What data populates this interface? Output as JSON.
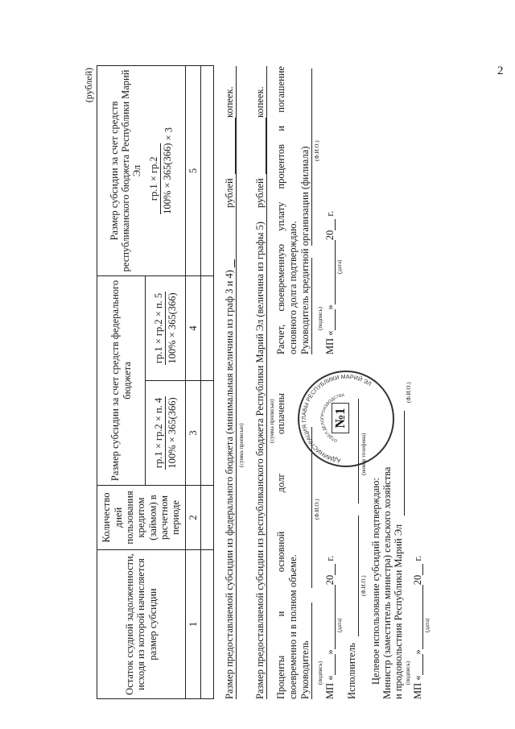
{
  "page_number": "2",
  "units": "(рублей)",
  "table": {
    "col1_header": "Остаток ссудной задолженности, исходя из которой начисляется размер субсидии",
    "col2_header": "Количество дней пользования кредитом (займом) в расчетном периоде",
    "fed_header": "Размер субсидии за счет средств федерального бюджета",
    "rep_header": "Размер субсидии за счет средств республиканского бюджета Республики Марий Эл",
    "formula3_num": "гр.1 × гр.2 × п. 4",
    "formula3_den": "100% × 365(366)",
    "formula4_num": "гр.1 × гр.2 × п. 5",
    "formula4_den": "100% × 365(366)",
    "formula5_num": "гр.1 × гр.2",
    "formula5_den": "100% × 365(366)",
    "formula5_mult": "× 3",
    "col_numbers": [
      "1",
      "2",
      "3",
      "4",
      "5"
    ]
  },
  "lines": {
    "fed_line": "Размер предоставляемой субсидии из федерального бюджета (минимальная величина из граф 3 и 4)",
    "fed_rub": "рублей",
    "fed_kop": "копеек.",
    "rep_line": "Размер предоставляемой субсидии из республиканского бюджета Республики Марий Эл (величина из графы 5)",
    "rep_rub": "рублей",
    "rep_kop": "копеек.",
    "sum_words_hint": "(сумма прописью)"
  },
  "left_block": {
    "line1": "Проценты и основной долг оплачены",
    "line2": "своевременно и в полном объеме.",
    "head": "Руководитель",
    "fio_hint": "(Ф.И.О.)",
    "mp_line": "МП «",
    "mp_quote": "»",
    "year_prefix": "20",
    "year_suffix": "г.",
    "sign_hint": "(подпись)",
    "date_hint": "(дата)",
    "executor": "Исполнитель",
    "phone_hint": "(номер телефона)"
  },
  "right_block": {
    "line1": "Расчет, своевременную уплату процентов и погашение",
    "line2": "основного долга подтверждаю.",
    "head": "Руководитель кредитной организации (филиала)",
    "fio_hint": "(Ф.И.О.)",
    "mp_line": "МП «",
    "mp_quote": "»",
    "year_prefix": "20",
    "year_suffix": "г.",
    "sign_hint": "(подпись)",
    "date_hint": "(дата)"
  },
  "bottom_block": {
    "line1": "Целевое использование субсидий подтверждаю:",
    "line2": "Министр (заместитель министра) сельского хозяйства",
    "line3": "и продовольствия Республики Марий Эл",
    "fio_hint": "(Ф.И.О.)",
    "mp_line": "МП «",
    "mp_quote": "»",
    "year_prefix": "20",
    "year_suffix": "г.",
    "sign_hint": "(подпись)",
    "date_hint": "(дата)"
  },
  "stamp": {
    "outer_text": "АДМИНИСТРАЦИЯ ГЛАВЫ РЕСПУБЛИКИ МАРИЙ ЭЛ",
    "inner_text": "ОТДЕЛ ДЕЛОПРОИЗВОДСТВА",
    "number": "№1"
  }
}
